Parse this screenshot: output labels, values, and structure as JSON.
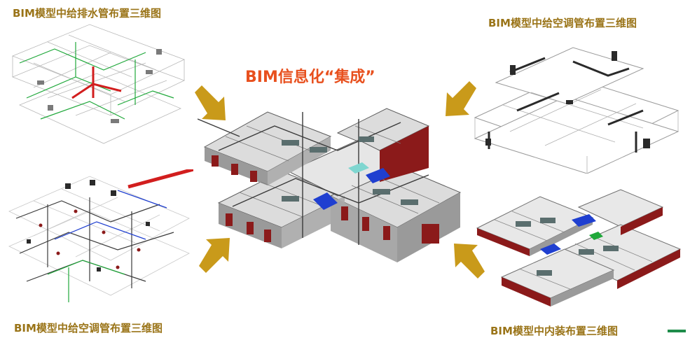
{
  "title": "BIM信息化“集成”",
  "captions": {
    "top_left": "BIM模型中给排水管布置三维图",
    "top_right": "BIM模型中给空调管布置三维图",
    "bottom_left": "BIM模型中给空调管布置三维图",
    "bottom_right": "BIM模型中内装布置三维图"
  },
  "colors": {
    "title": "#e8501e",
    "caption": "#9a7418",
    "arrow": "#c99a1a",
    "wall_red": "#8b1a1a",
    "wall_gray": "#9a9a9a",
    "pipe_red": "#d21e1e",
    "pipe_green": "#1fa83a",
    "pipe_blue": "#1f3fd0"
  }
}
